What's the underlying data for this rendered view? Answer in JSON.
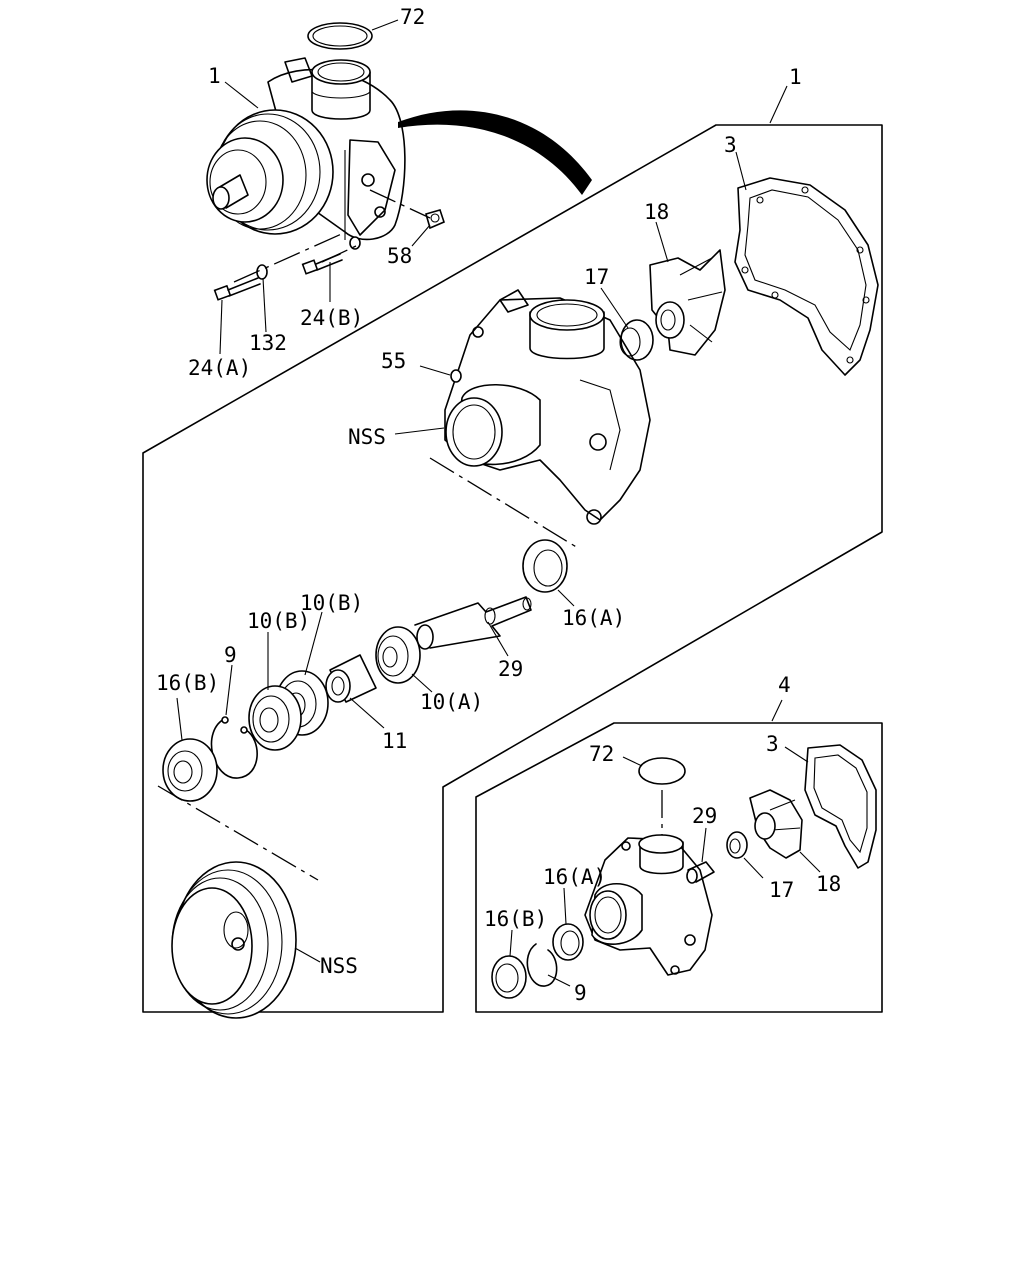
{
  "labels": {
    "l72_top": "72",
    "l1_main": "1",
    "l1_kit": "1",
    "l3_top": "3",
    "l18_top": "18",
    "l17_top": "17",
    "l58": "58",
    "l24b": "24(B)",
    "l132": "132",
    "l24a": "24(A)",
    "l55": "55",
    "lnss_housing": "NSS",
    "l16a_top": "16(A)",
    "l29_top": "29",
    "l10b_1": "10(B)",
    "l10b_2": "10(B)",
    "l9_top": "9",
    "l16b_top": "16(B)",
    "l11": "11",
    "l10a": "10(A)",
    "l4": "4",
    "l72_sub": "72",
    "l3_sub": "3",
    "l29_sub": "29",
    "l16a_sub": "16(A)",
    "l17_sub": "17",
    "l18_sub": "18",
    "l16b_sub": "16(B)",
    "l9_sub": "9",
    "lnss_pulley": "NSS"
  }
}
